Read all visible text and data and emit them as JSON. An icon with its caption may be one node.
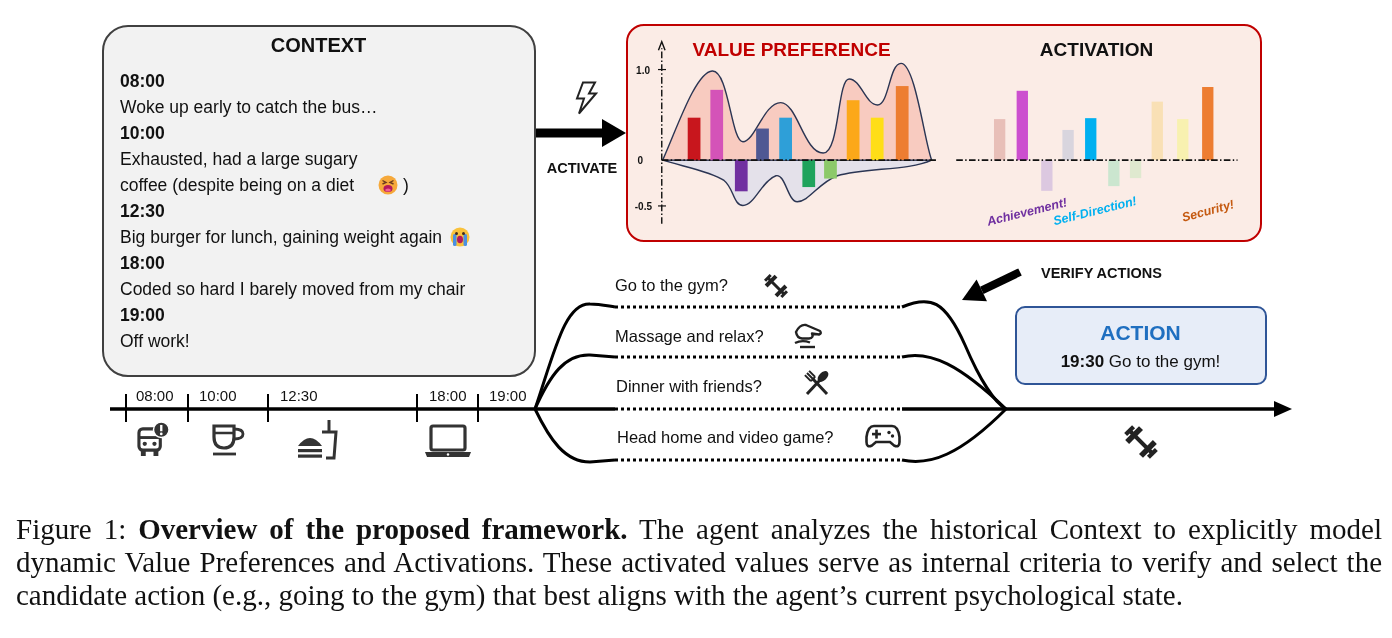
{
  "diagram": {
    "nodes": [
      {
        "text": [
          "CONTEXT",
          "08:00",
          "Woke up early to catch the bus…",
          "10:00",
          "Exhausted, had a large sugary coffee (despite being on a diet",
          ")",
          "12:30",
          "Big burger for lunch, gaining weight again",
          "18:00",
          "Coded so hard I barely moved from my chair",
          "19:00",
          "Off work!"
        ]
      },
      {
        "text": [
          "VALUE PREFERENCE",
          "ACTIVATION"
        ]
      },
      {
        "text": [
          "ACTION",
          "**19:30** Go to the gym!"
        ]
      }
    ],
    "edges": [
      {
        "from": 0,
        "to": 1,
        "arrow": "to",
        "label": "ACTIVATE"
      }
    ],
    "labels": [
      "1.0",
      "0",
      "-0.5",
      "Achievement!",
      "Self-Direction!",
      "Security!",
      "VERIFY ACTIONS",
      "Go to the gym?",
      "Massage and relax?",
      "Dinner with friends?",
      "08:00",
      "10:00",
      "12:30",
      "18:00",
      "19:00",
      "Head home and video game?"
    ],
    "caption": "Figure 1: **Overview of the proposed framework.** The agent analyzes the historical Context to explicitly model dynamic Value Preferences and Activations. These activated values serve as internal criteria to verify and select the candidate action (e.g., going to the gym) that best aligns with the agent’s current psychological state."
  }
}
